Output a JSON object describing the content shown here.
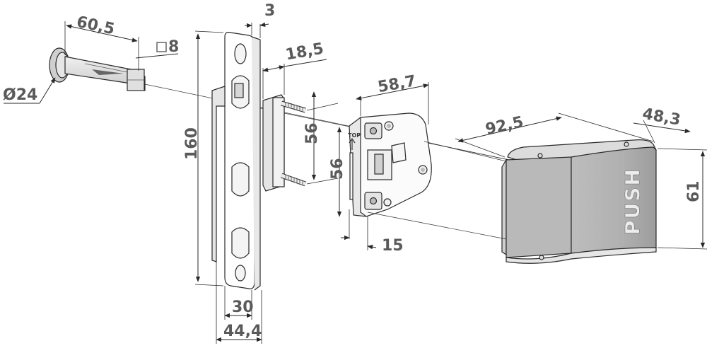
{
  "diagram": {
    "dimensions": {
      "pin_diameter": "Ø24",
      "pin_length": "60,5",
      "square_spindle": "8",
      "plate_thickness": "3",
      "plate_height": "160",
      "plate_width_inner": "30",
      "plate_width_outer": "44,4",
      "spacer_depth": "18,5",
      "bolt_spacing_a": "56",
      "bolt_spacing_b": "56",
      "lock_width": "58,7",
      "lock_depth": "15",
      "handle_length": "92,5",
      "handle_depth": "48,3",
      "handle_height": "61"
    },
    "labels": {
      "top_marker": "TOP",
      "push_text": "PUSH"
    },
    "colors": {
      "metal_light": "#d9d9d9",
      "metal_mid": "#b8b8b8",
      "metal_dark": "#9a9a9a",
      "line": "#2a2a2a",
      "text": "#5a5a5a"
    }
  }
}
